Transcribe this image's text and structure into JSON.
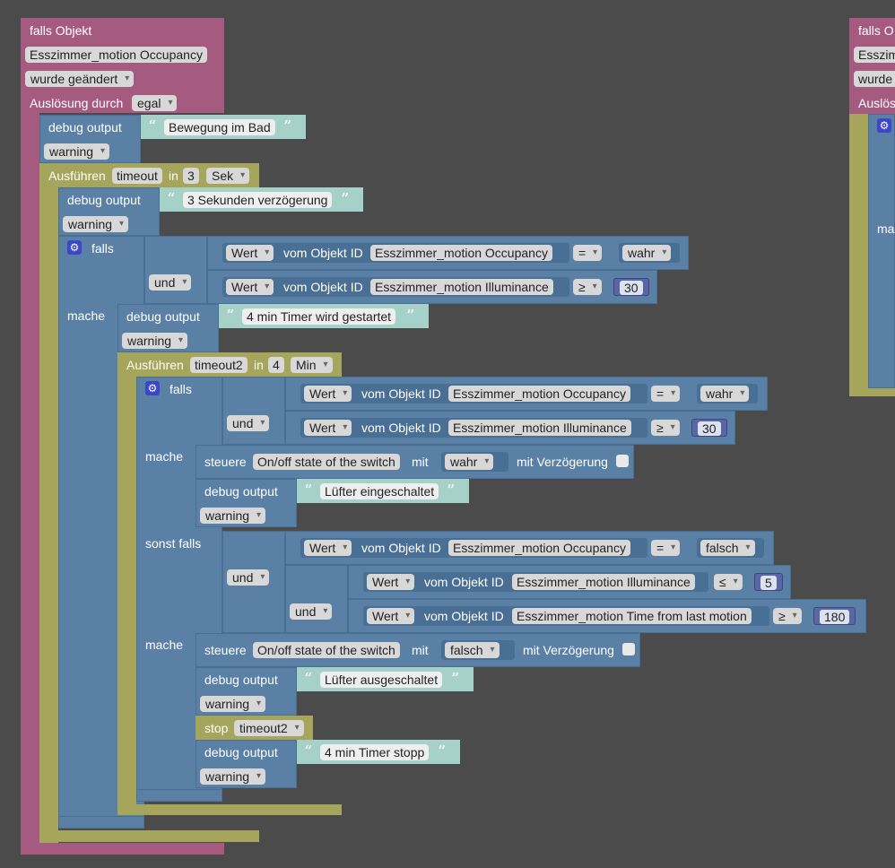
{
  "trigger": {
    "header": "falls Objekt",
    "object": "Esszimmer_motion Occupancy",
    "mode": "wurde geändert",
    "trigger_label": "Auslösung durch",
    "trigger_value": "egal"
  },
  "debug1": {
    "label": "debug output",
    "text": "Bewegung im Bad",
    "level": "warning"
  },
  "timeout1": {
    "label": "Ausführen",
    "name": "timeout",
    "in": "in",
    "value": "3",
    "unit": "Sek"
  },
  "debug2": {
    "label": "debug output",
    "text": "3 Sekunden verzögerung",
    "level": "warning"
  },
  "if1": {
    "falls": "falls",
    "mache": "mache",
    "cond1": {
      "wert": "Wert",
      "vom": "vom Objekt ID",
      "object": "Esszimmer_motion Occupancy",
      "op": "=",
      "value": "wahr"
    },
    "and": "und",
    "cond2": {
      "wert": "Wert",
      "vom": "vom Objekt ID",
      "object": "Esszimmer_motion Illuminance",
      "op": "≥",
      "value": "30"
    }
  },
  "debug3": {
    "label": "debug output",
    "text": "4 min Timer wird gestartet",
    "level": "warning"
  },
  "timeout2": {
    "label": "Ausführen",
    "name": "timeout2",
    "in": "in",
    "value": "4",
    "unit": "Min"
  },
  "if2": {
    "falls": "falls",
    "mache": "mache",
    "sonst_falls": "sonst falls",
    "mache2": "mache",
    "cond1": {
      "wert": "Wert",
      "vom": "vom Objekt ID",
      "object": "Esszimmer_motion Occupancy",
      "op": "=",
      "value": "wahr"
    },
    "and": "und",
    "cond2": {
      "wert": "Wert",
      "vom": "vom Objekt ID",
      "object": "Esszimmer_motion Illuminance",
      "op": "≥",
      "value": "30"
    },
    "cond3": {
      "wert": "Wert",
      "vom": "vom Objekt ID",
      "object": "Esszimmer_motion Occupancy",
      "op": "=",
      "value": "falsch"
    },
    "and2": "und",
    "cond4": {
      "wert": "Wert",
      "vom": "vom Objekt ID",
      "object": "Esszimmer_motion Illuminance",
      "op": "≤",
      "value": "5"
    },
    "and3": "und",
    "cond5": {
      "wert": "Wert",
      "vom": "vom Objekt ID",
      "object": "Esszimmer_motion Time from last motion",
      "op": "≥",
      "value": "180"
    }
  },
  "control1": {
    "label": "steuere",
    "target": "On/off state of the switch",
    "mit": "mit",
    "value": "wahr",
    "delay": "mit Verzögerung"
  },
  "debug4": {
    "label": "debug output",
    "text": "Lüfter eingeschaltet",
    "level": "warning"
  },
  "control2": {
    "label": "steuere",
    "target": "On/off state of the switch",
    "mit": "mit",
    "value": "falsch",
    "delay": "mit Verzögerung"
  },
  "debug5": {
    "label": "debug output",
    "text": "Lüfter ausgeschaltet",
    "level": "warning"
  },
  "stop": {
    "label": "stop",
    "name": "timeout2"
  },
  "debug6": {
    "label": "debug output",
    "text": "4 min Timer stopp",
    "level": "warning"
  },
  "right": {
    "header": "falls O",
    "object": "Esszim",
    "mode": "wurde",
    "trigger": "Auslös",
    "mache": "ma"
  },
  "colors": {
    "workspace": "#4b4b4b",
    "event": "#a55b80",
    "logic": "#5b80a5",
    "timer": "#a5a55b",
    "text": "#a5d1c8",
    "number": "#5b67a5"
  }
}
